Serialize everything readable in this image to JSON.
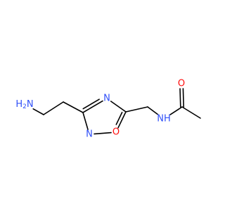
{
  "molecule": {
    "atoms": [
      {
        "id": "n_amine",
        "symbol": "H2N",
        "show": true,
        "colorKey": "N"
      },
      {
        "id": "c1",
        "symbol": "C",
        "show": false
      },
      {
        "id": "c2",
        "symbol": "C",
        "show": false
      },
      {
        "id": "c3",
        "symbol": "C",
        "show": false
      },
      {
        "id": "n4",
        "symbol": "N",
        "show": true,
        "colorKey": "N"
      },
      {
        "id": "c5",
        "symbol": "C",
        "show": false
      },
      {
        "id": "o1",
        "symbol": "O",
        "show": true,
        "colorKey": "O"
      },
      {
        "id": "n2",
        "symbol": "N",
        "show": true,
        "colorKey": "N"
      },
      {
        "id": "ch2",
        "symbol": "C",
        "show": false
      },
      {
        "id": "n_amide",
        "symbol": "NH",
        "show": true,
        "colorKey": "N"
      },
      {
        "id": "c_carbonyl",
        "symbol": "C",
        "show": false
      },
      {
        "id": "o_carbonyl",
        "symbol": "O",
        "show": true,
        "colorKey": "O"
      },
      {
        "id": "c_methyl",
        "symbol": "C",
        "show": false
      }
    ],
    "bonds": [
      {
        "a": "n_amine",
        "b": "c1",
        "order": 1
      },
      {
        "a": "c1",
        "b": "c2",
        "order": 1
      },
      {
        "a": "c2",
        "b": "c3",
        "order": 1
      },
      {
        "a": "c3",
        "b": "n4",
        "order": 2
      },
      {
        "a": "n4",
        "b": "c5",
        "order": 1
      },
      {
        "a": "c5",
        "b": "o1",
        "order": 2
      },
      {
        "a": "o1",
        "b": "n2",
        "order": 1
      },
      {
        "a": "n2",
        "b": "c3",
        "order": 1
      },
      {
        "a": "c5",
        "b": "ch2",
        "order": 1
      },
      {
        "a": "ch2",
        "b": "n_amide",
        "order": 1
      },
      {
        "a": "n_amide",
        "b": "c_carbonyl",
        "order": 1
      },
      {
        "a": "c_carbonyl",
        "b": "o_carbonyl",
        "order": 2
      },
      {
        "a": "c_carbonyl",
        "b": "c_methyl",
        "order": 1
      }
    ],
    "colors": {
      "N": "#3050f8",
      "O": "#ff0d0d",
      "bond": "#000000"
    }
  }
}
